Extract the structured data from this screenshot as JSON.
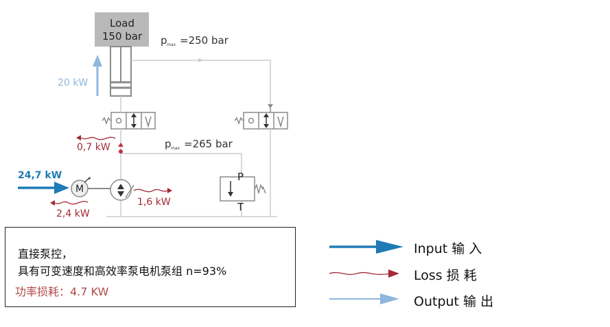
{
  "load": {
    "title": "Load",
    "pressure": "150 bar"
  },
  "pmax_top": {
    "p": "p",
    "sub": "max",
    "value": "=250 bar"
  },
  "pmax_mid": {
    "p": "p",
    "sub": "max",
    "value": "=265 bar"
  },
  "powers": {
    "output": "20 kW",
    "valve_loss": "0,7 kW",
    "input": "24,7 kW",
    "motor_loss": "2,4 kW",
    "pump_loss": "1,6 kW"
  },
  "symbols": {
    "motor": "M",
    "port_p": "P",
    "port_t": "T"
  },
  "info": {
    "line1": "直接泵控，",
    "line2": "具有可变速度和高效率泵电机泵组 n=93%",
    "line3": "功率损耗：4.7 KW"
  },
  "legend": {
    "input": "Input  输 入",
    "loss": "Loss    损 耗",
    "output": "Output  输 出"
  },
  "colors": {
    "input": "#1f7bb6",
    "loss": "#a32a35",
    "output": "#8fb6dd",
    "line": "#c9c9c9",
    "load_box": "#b9b9b9"
  }
}
